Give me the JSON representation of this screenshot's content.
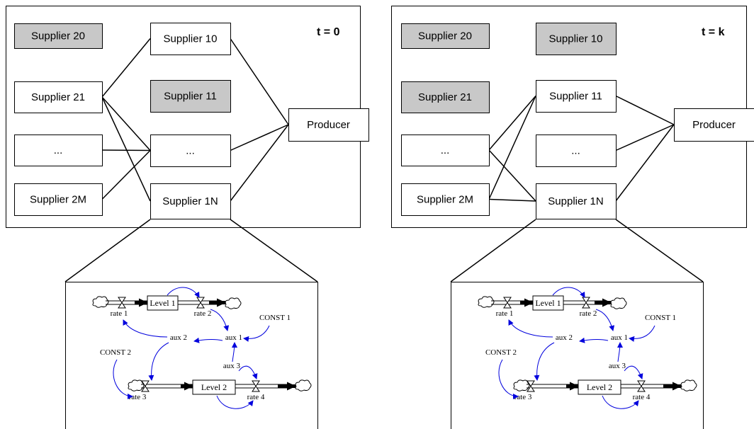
{
  "colors": {
    "line": "#000000",
    "inactive_fill": "#c8c8c8",
    "active_fill": "#ffffff",
    "causal_link": "#0000dd"
  },
  "panels": [
    {
      "time_label": "t = 0",
      "producer": "Producer",
      "suppliers": {
        "s20": {
          "label": "Supplier 20",
          "active": false
        },
        "s21": {
          "label": "Supplier 21",
          "active": true
        },
        "s2dots": {
          "label": "...",
          "active": true
        },
        "s2M": {
          "label": "Supplier 2M",
          "active": true
        },
        "s10": {
          "label": "Supplier 10",
          "active": true
        },
        "s11": {
          "label": "Supplier 11",
          "active": false
        },
        "s1dots": {
          "label": "...",
          "active": true
        },
        "s1N": {
          "label": "Supplier 1N",
          "active": true
        }
      },
      "links": [
        [
          "s21",
          "s10"
        ],
        [
          "s21",
          "s1dots"
        ],
        [
          "s21",
          "s1N"
        ],
        [
          "s2dots",
          "s1dots"
        ],
        [
          "s2M",
          "s1dots"
        ],
        [
          "s10",
          "producer"
        ],
        [
          "s1dots",
          "producer"
        ],
        [
          "s1N",
          "producer"
        ]
      ]
    },
    {
      "time_label": "t = k",
      "producer": "Producer",
      "suppliers": {
        "s20": {
          "label": "Supplier 20",
          "active": false
        },
        "s21": {
          "label": "Supplier 21",
          "active": false
        },
        "s2dots": {
          "label": "...",
          "active": true
        },
        "s2M": {
          "label": "Supplier 2M",
          "active": true
        },
        "s10": {
          "label": "Supplier 10",
          "active": false
        },
        "s11": {
          "label": "Supplier 11",
          "active": true
        },
        "s1dots": {
          "label": "...",
          "active": true
        },
        "s1N": {
          "label": "Supplier 1N",
          "active": true
        }
      },
      "links": [
        [
          "s2dots",
          "s11"
        ],
        [
          "s2dots",
          "s1N"
        ],
        [
          "s2M",
          "s11"
        ],
        [
          "s2M",
          "s1N"
        ],
        [
          "s11",
          "producer"
        ],
        [
          "s1dots",
          "producer"
        ],
        [
          "s1N",
          "producer"
        ]
      ]
    }
  ],
  "stock_flow": {
    "level_1": "Level 1",
    "level_2": "Level 2",
    "rate_1": "rate 1",
    "rate_2": "rate 2",
    "rate_3": "rate 3",
    "rate_4": "rate 4",
    "aux_1": "aux 1",
    "aux_2": "aux 2",
    "aux_3": "aux 3",
    "const_1": "CONST 1",
    "const_2": "CONST 2"
  }
}
